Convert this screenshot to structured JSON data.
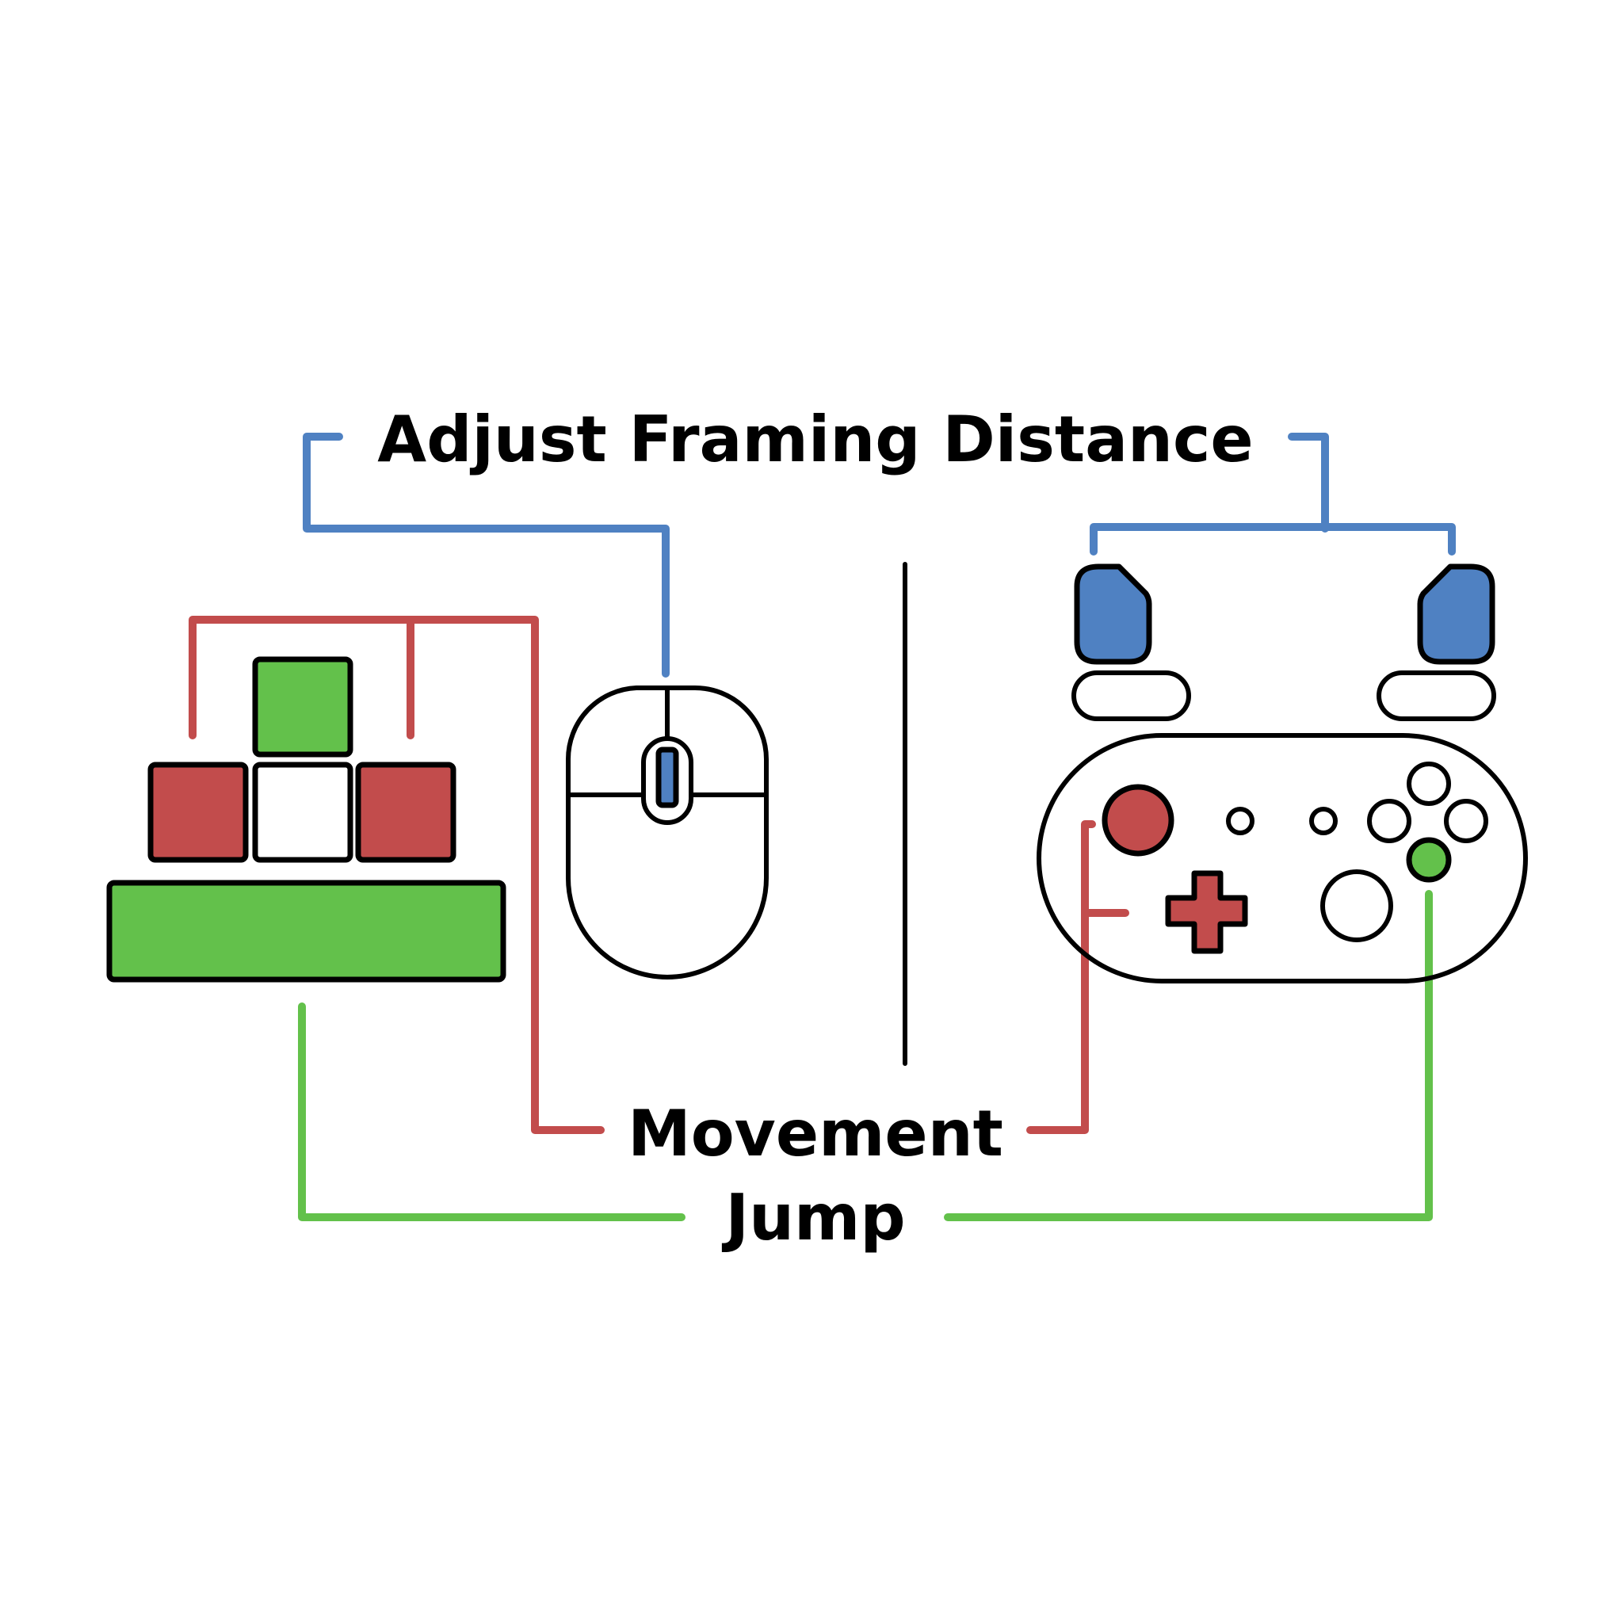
{
  "labels": {
    "top": "Adjust Framing Distance",
    "middle": "Movement",
    "bottom": "Jump"
  },
  "colors": {
    "blue": "#4f81c2",
    "red": "#c24c4c",
    "green": "#63c14b",
    "outline": "#000000",
    "background": "#ffffff"
  },
  "icons": [
    "keyboard-keys-icon",
    "mouse-icon",
    "gamepad-icon",
    "shoulder-button-icon",
    "dpad-icon"
  ]
}
